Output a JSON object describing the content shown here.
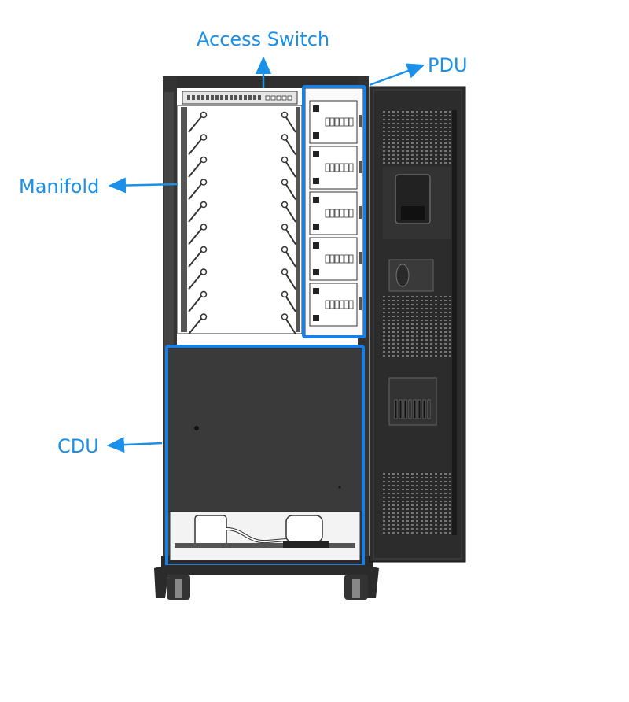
{
  "labels": {
    "access_switch": "Access Switch",
    "pdu": "PDU",
    "manifold": "Manifold",
    "cdu": "CDU"
  },
  "colors": {
    "callout": "#1a90e8",
    "frame": "#2f2f2f",
    "panel": "#3a3a3a",
    "door": "#2c2c2c",
    "highlight": "#1a7fe0"
  },
  "components": {
    "pdu_units": 5,
    "manifold_ports_per_side": 10
  }
}
